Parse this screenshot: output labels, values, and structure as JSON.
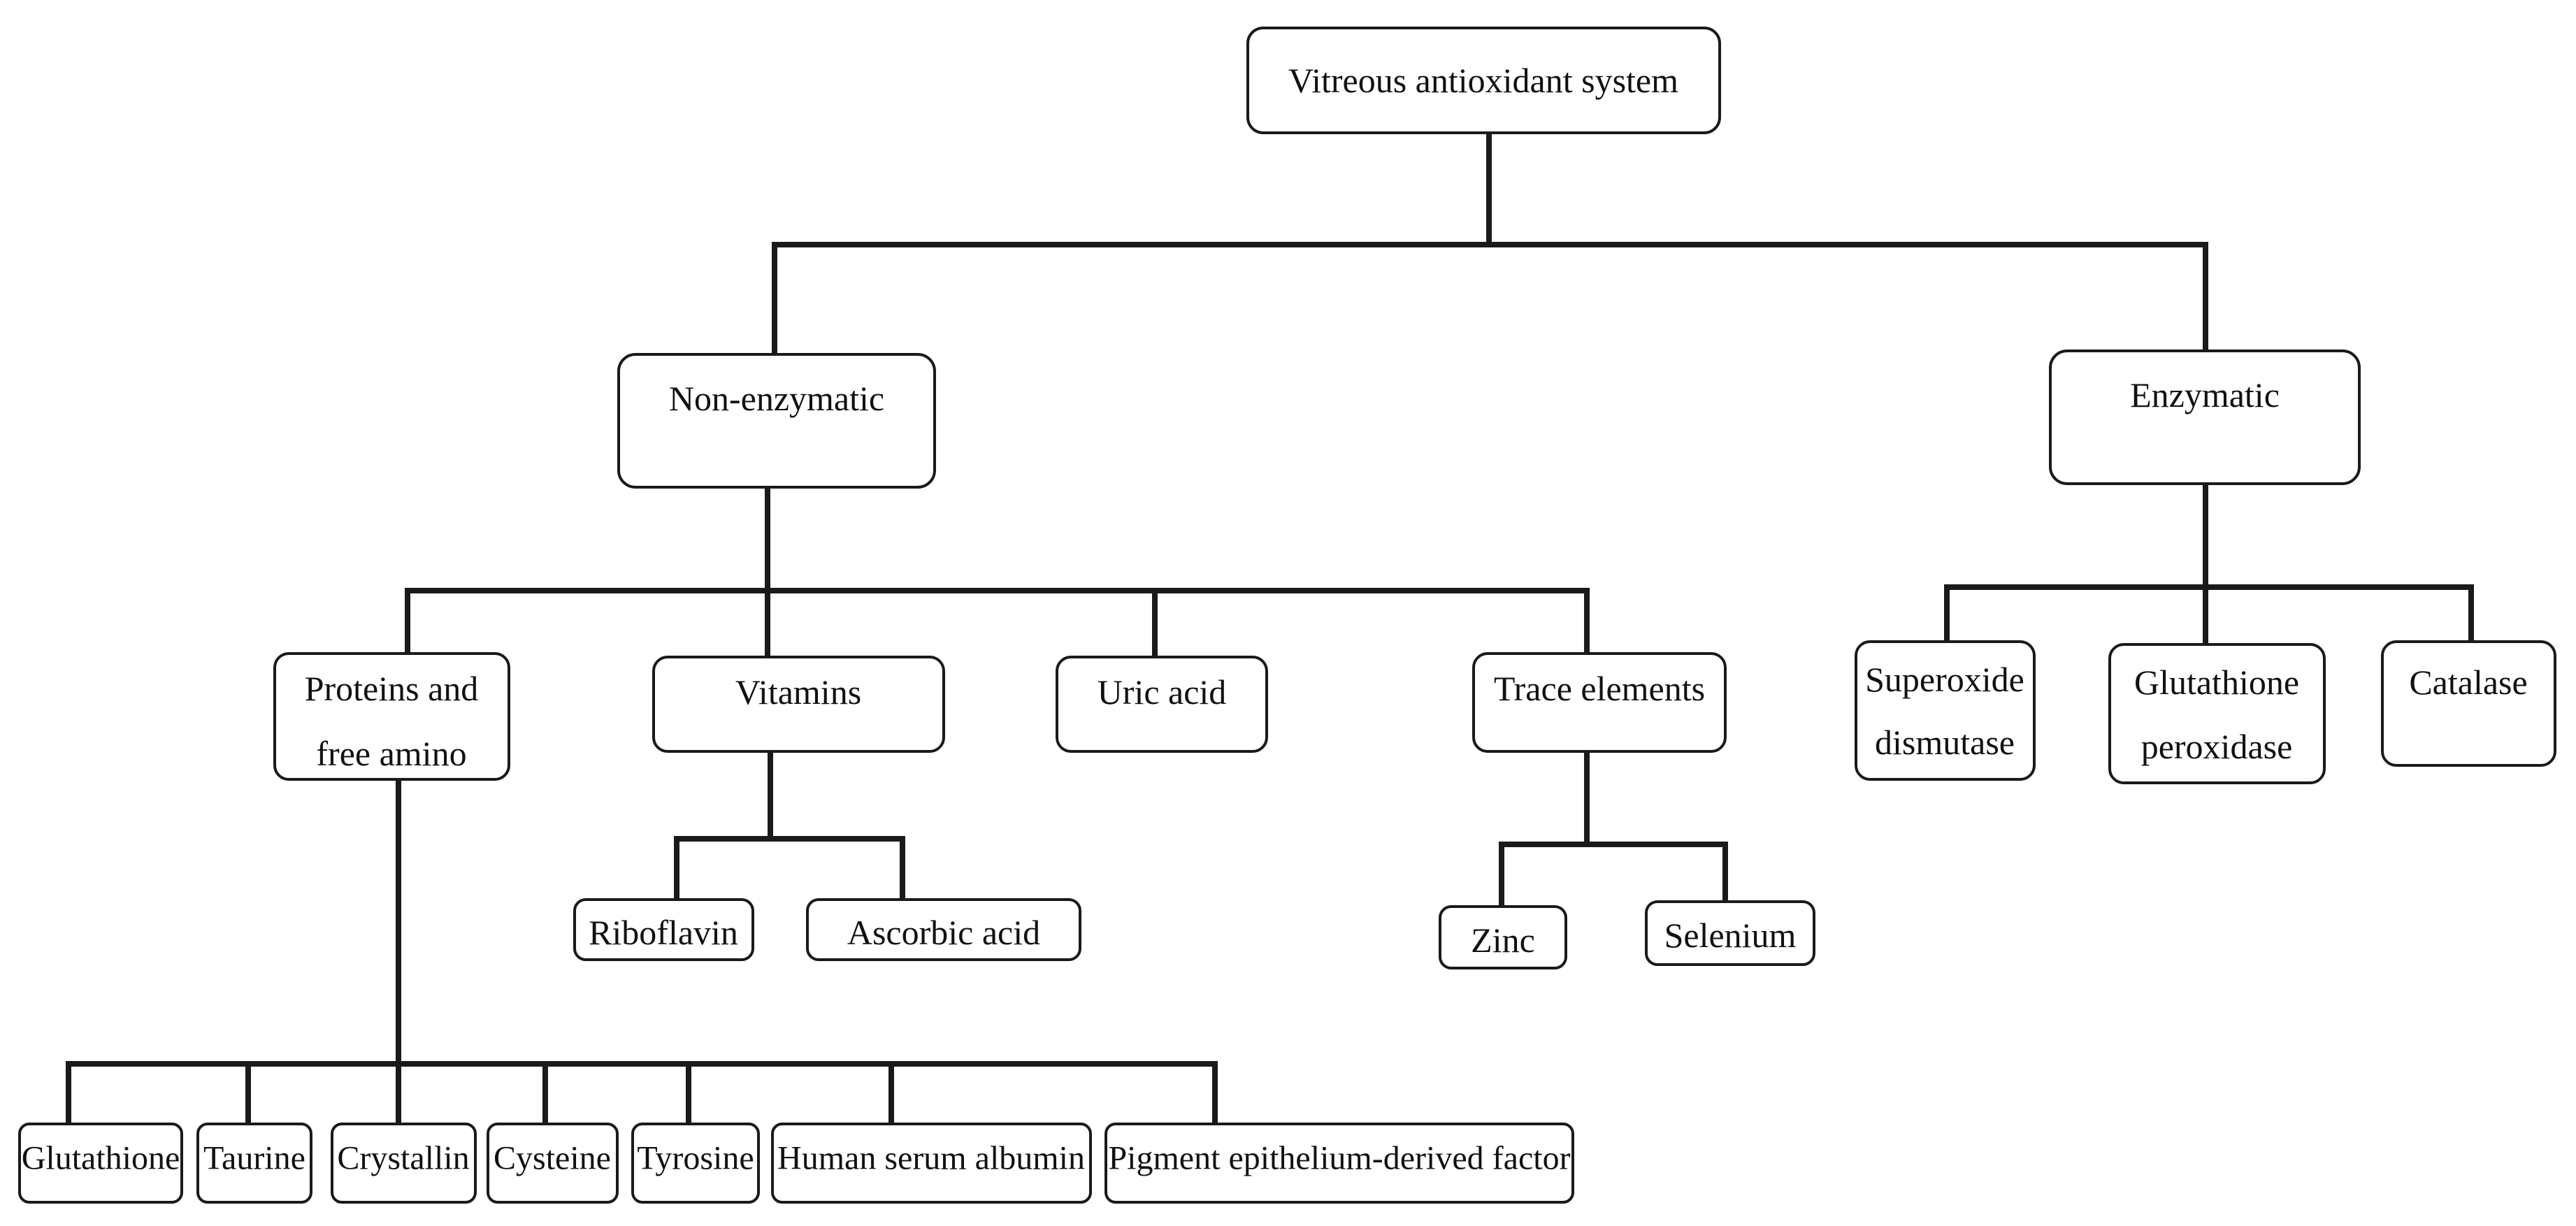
{
  "diagram": {
    "root": {
      "label": "Vitreous antioxidant system"
    },
    "non_enzymatic": {
      "label": "Non-enzymatic",
      "proteins": {
        "label_line1": "Proteins and",
        "label_line2": "free amino",
        "children": [
          "Glutathione",
          "Taurine",
          "Crystallin",
          "Cysteine",
          "Tyrosine",
          "Human serum albumin",
          "Pigment epithelium-derived factor"
        ]
      },
      "vitamins": {
        "label": "Vitamins",
        "children": [
          "Riboflavin",
          "Ascorbic acid"
        ]
      },
      "uric_acid": {
        "label": "Uric acid"
      },
      "trace_elements": {
        "label": "Trace elements",
        "children": [
          "Zinc",
          "Selenium"
        ]
      }
    },
    "enzymatic": {
      "label": "Enzymatic",
      "superoxide": {
        "label_line1": "Superoxide",
        "label_line2": "dismutase"
      },
      "glutathione_peroxidase": {
        "label_line1": "Glutathione",
        "label_line2": "peroxidase"
      },
      "catalase": {
        "label": "Catalase"
      }
    }
  }
}
